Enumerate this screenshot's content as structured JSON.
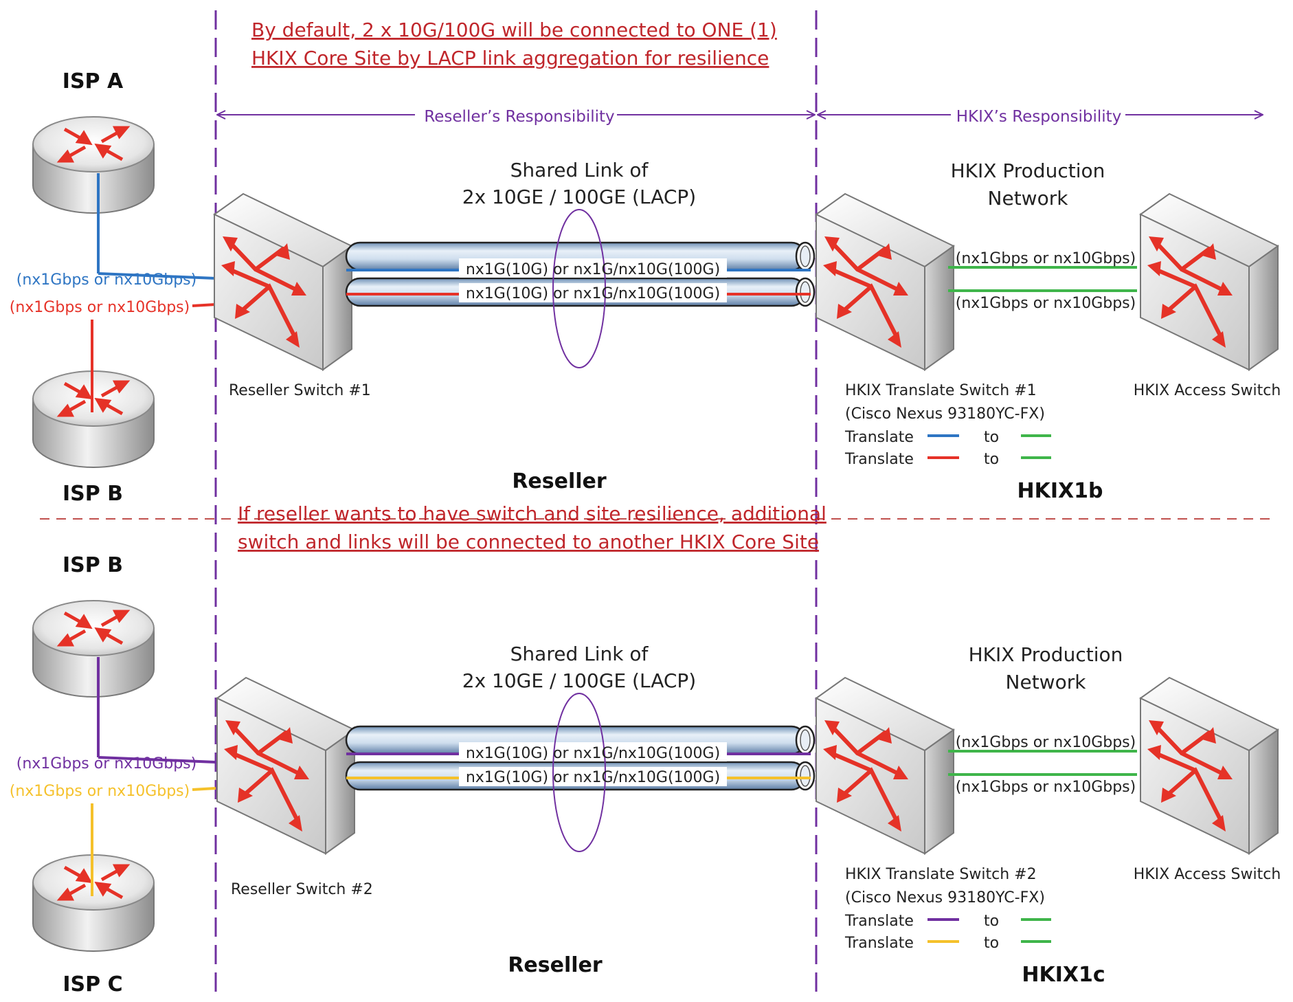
{
  "colors": {
    "red": "#e63228",
    "blue": "#2e75c3",
    "purple": "#7030a0",
    "yellow": "#f5c12b",
    "green": "#3fb54a",
    "note": "#c0262b",
    "divider": "#c0504d"
  },
  "top": {
    "note_line1": "By default, 2 x 10G/100G will be connected to ONE (1)",
    "note_line2": "HKIX Core Site by LACP link aggregation for resilience",
    "reseller_resp": "Reseller’s Responsibility",
    "hkix_resp": "HKIX’s Responsibility",
    "isp_top": "ISP A",
    "isp_bottom": "ISP B",
    "shared_link_line1": "Shared Link of",
    "shared_link_line2": "2x 10GE / 100GE (LACP)",
    "link1": "nx1G(10G) or nx1G/nx10G(100G)",
    "link2": "nx1G(10G) or nx1G/nx10G(100G)",
    "port1": "(nx1Gbps or nx10Gbps)",
    "port2": "(nx1Gbps or nx10Gbps)",
    "production_line1": "HKIX Production",
    "production_line2": "Network",
    "hk_link1": "(nx1Gbps or nx10Gbps)",
    "hk_link2": "(nx1Gbps or nx10Gbps)",
    "reseller_switch": "Reseller Switch #1",
    "translate_switch_line1": "HKIX Translate Switch #1",
    "translate_switch_line2": "(Cisco Nexus 93180YC-FX)",
    "access_switch": "HKIX Access Switch",
    "translate1": "Translate",
    "translate2": "Translate",
    "to1": "to",
    "to2": "to",
    "reseller": "Reseller",
    "site": "HKIX1b"
  },
  "bottom": {
    "note_line1": "If reseller wants to have switch and site resilience, additional",
    "note_line2": "switch and links will be connected to another HKIX Core Site",
    "isp_top": "ISP B",
    "isp_bottom": "ISP C",
    "shared_link_line1": "Shared Link of",
    "shared_link_line2": "2x 10GE / 100GE (LACP)",
    "link1": "nx1G(10G) or nx1G/nx10G(100G)",
    "link2": "nx1G(10G) or nx1G/nx10G(100G)",
    "port1": "(nx1Gbps or nx10Gbps)",
    "port2": "(nx1Gbps or nx10Gbps)",
    "production_line1": "HKIX Production",
    "production_line2": "Network",
    "hk_link1": "(nx1Gbps or nx10Gbps)",
    "hk_link2": "(nx1Gbps or nx10Gbps)",
    "reseller_switch": "Reseller Switch #2",
    "translate_switch_line1": "HKIX Translate Switch #2",
    "translate_switch_line2": "(Cisco Nexus 93180YC-FX)",
    "access_switch": "HKIX Access Switch",
    "translate1": "Translate",
    "translate2": "Translate",
    "to1": "to",
    "to2": "to",
    "reseller": "Reseller",
    "site": "HKIX1c"
  },
  "icons": {
    "router": "router-icon",
    "switch": "switch-icon"
  }
}
